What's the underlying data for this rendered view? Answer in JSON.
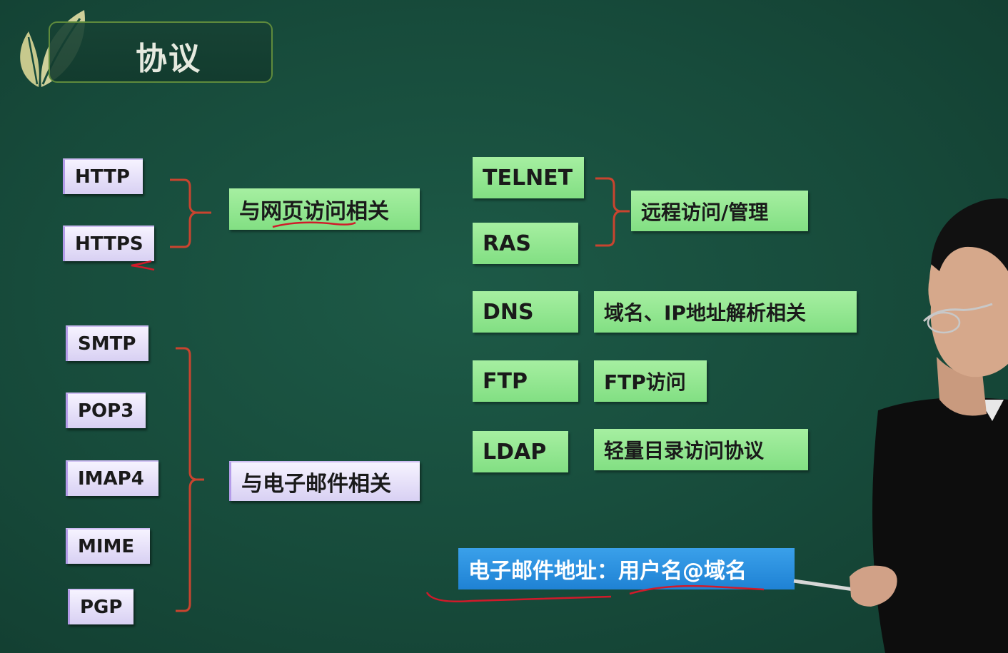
{
  "title": "协议",
  "web_group": {
    "items": [
      "HTTP",
      "HTTPS"
    ],
    "description": "与网页访问相关"
  },
  "email_group": {
    "items": [
      "SMTP",
      "POP3",
      "IMAP4",
      "MIME",
      "PGP"
    ],
    "description": "与电子邮件相关"
  },
  "remote_group": {
    "items": [
      "TELNET",
      "RAS"
    ],
    "description": "远程访问/管理"
  },
  "protocols": [
    {
      "name": "DNS",
      "description": "域名、IP地址解析相关"
    },
    {
      "name": "FTP",
      "description": "FTP访问"
    },
    {
      "name": "LDAP",
      "description": "轻量目录访问协议"
    }
  ],
  "email_address_format": "电子邮件地址：用户名@域名",
  "colors": {
    "board": "#174b3b",
    "lavender_tag": "#d8d0f3",
    "green_tag": "#8fe48c",
    "blue_bar": "#2b8fe0",
    "bracket": "#c9442f",
    "annotation": "#d11a2a"
  }
}
